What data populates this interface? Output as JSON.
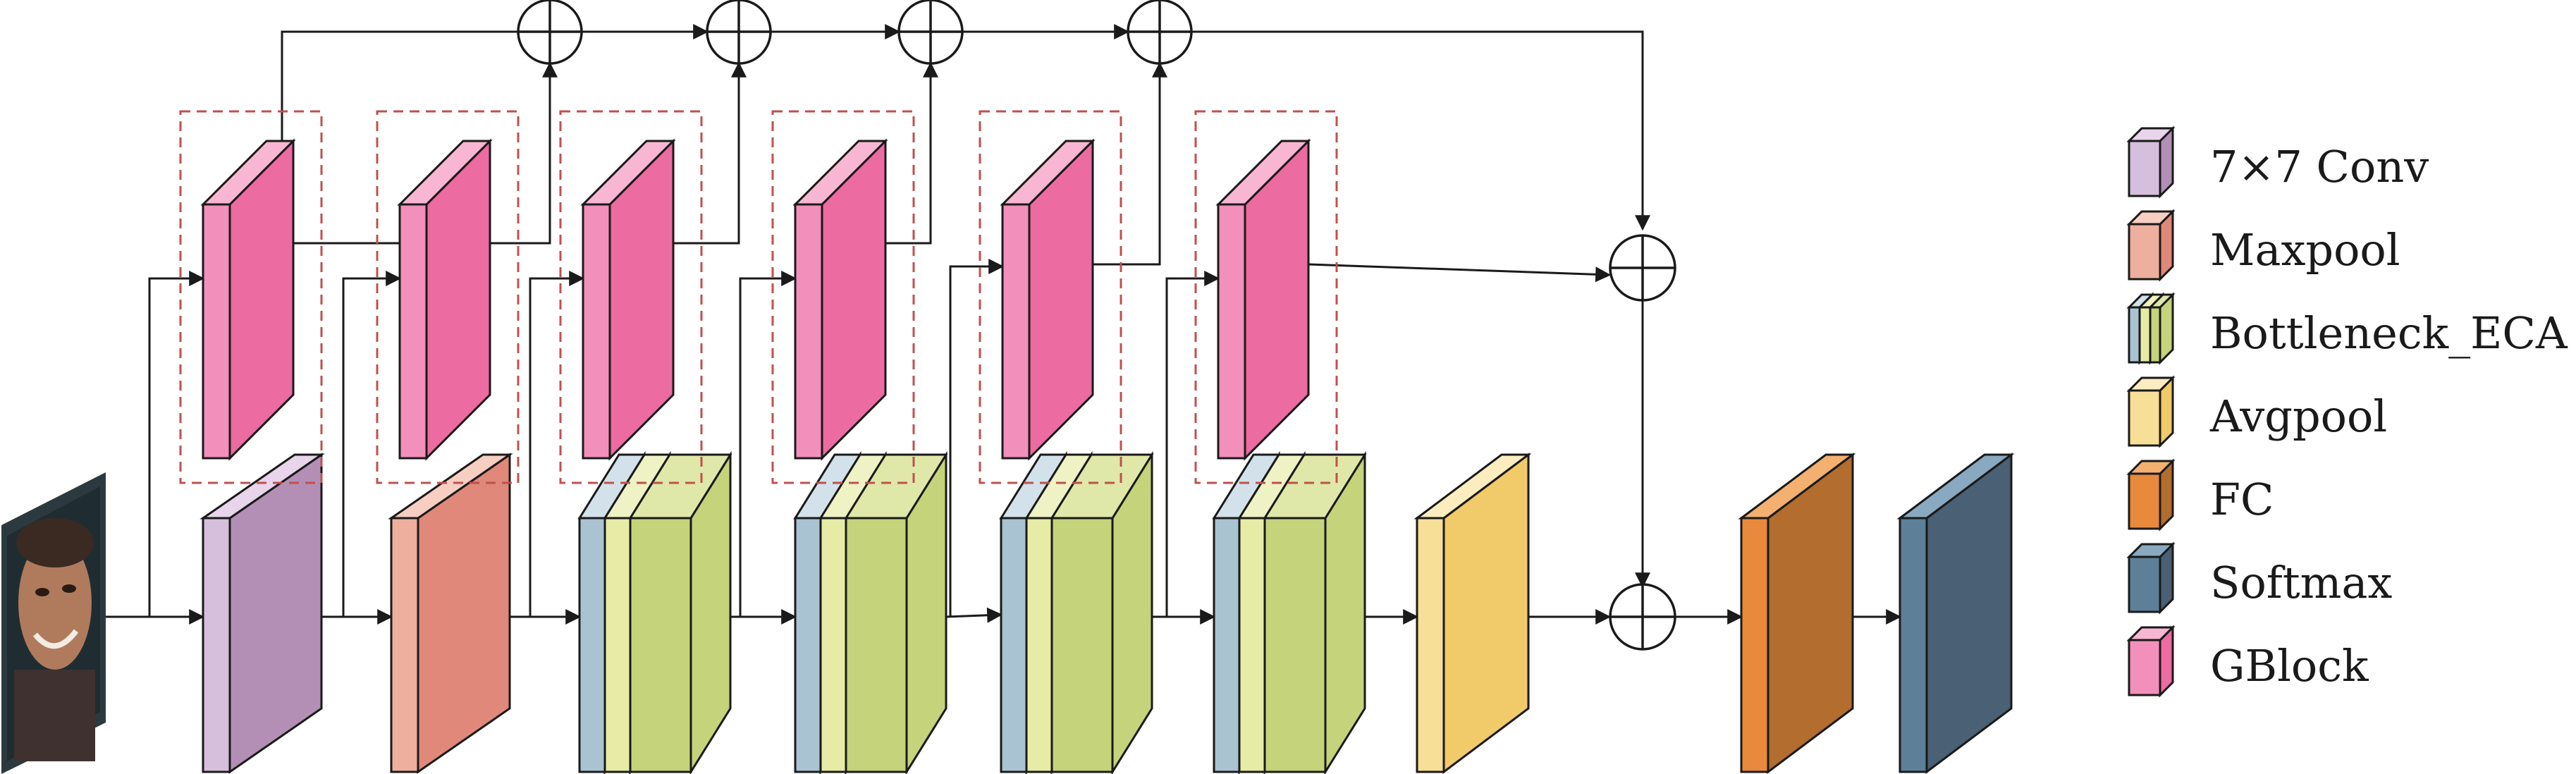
{
  "colors": {
    "conv": {
      "side": "#b38fb5",
      "front": "#d6bfdc",
      "top": "#e8d5ec"
    },
    "maxpool": {
      "side": "#e0887a",
      "front": "#eeaf9e",
      "top": "#f6cfc2"
    },
    "bottleneck_a": {
      "side": "#c5d37a",
      "front": "#a9c3d3",
      "top": "#d3e2ea"
    },
    "bottleneck_b": {
      "side": "#c5d37a",
      "front": "#e6eca6",
      "top": "#eef2c4"
    },
    "bottleneck_c": {
      "side": "#c5d37a",
      "front": "#c5d37a",
      "top": "#dfe8a8"
    },
    "avgpool": {
      "side": "#f1ca6a",
      "front": "#f8df97",
      "top": "#fbedc0"
    },
    "fc": {
      "side": "#b36d2e",
      "front": "#e8893c",
      "top": "#f3b070"
    },
    "softmax": {
      "side": "#4a6074",
      "front": "#5d7f98",
      "top": "#89a9c0"
    },
    "gblock": {
      "side": "#ec6ba0",
      "front": "#f38fbb",
      "top": "#f8b6d2"
    },
    "dashed_box": "#c0504d"
  },
  "legend": [
    {
      "label": "7×7 Conv",
      "icon": "conv"
    },
    {
      "label": "Maxpool",
      "icon": "maxpool"
    },
    {
      "label": "Bottleneck_ECA",
      "icon": "bottleneck"
    },
    {
      "label": "Avgpool",
      "icon": "avgpool"
    },
    {
      "label": "FC",
      "icon": "fc"
    },
    {
      "label": "Softmax",
      "icon": "softmax"
    },
    {
      "label": "GBlock",
      "icon": "gblock"
    }
  ],
  "input_image": {
    "icon": "face-photo-icon"
  },
  "adder_symbol": "⊕"
}
